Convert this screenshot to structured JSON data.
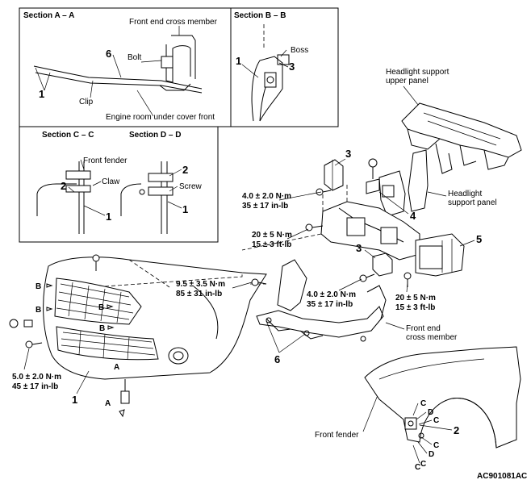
{
  "sections": {
    "aa": {
      "title": "Section A – A",
      "front_end_cross_member": "Front end cross member",
      "bolt": "Bolt",
      "clip": "Clip",
      "engine_room_under_cover_front": "Engine room under cover front",
      "n6": "6",
      "n1": "1"
    },
    "bb": {
      "title": "Section B – B",
      "boss": "Boss",
      "n1": "1",
      "n3": "3"
    },
    "cc": {
      "title": "Section C – C",
      "front_fender": "Front fender",
      "claw": "Claw",
      "n2": "2",
      "n1": "1"
    },
    "dd": {
      "title": "Section D – D",
      "screw": "Screw",
      "n2": "2",
      "n1": "1"
    }
  },
  "callouts": {
    "headlight_support_upper_panel_l1": "Headlight support",
    "headlight_support_upper_panel_l2": "upper panel",
    "headlight_support_panel_l1": "Headlight",
    "headlight_support_panel_l2": "support panel",
    "front_end_cross_member_l1": "Front end",
    "front_end_cross_member_l2": "cross member",
    "front_fender": "Front fender"
  },
  "torques": {
    "t1_nm": "4.0 ± 2.0 N·m",
    "t1_inlb": "35 ± 17 in-lb",
    "t2_nm": "20 ± 5 N·m",
    "t2_ftlb": "15 ± 3 ft-lb",
    "t3_nm": "9.5 ± 3.5 N·m",
    "t3_inlb": "85 ± 31 in-lb",
    "t4_nm": "4.0 ± 2.0 N·m",
    "t4_inlb": "35 ± 17 in-lb",
    "t5_nm": "20 ± 5 N·m",
    "t5_ftlb": "15 ± 3 ft-lb",
    "t6_nm": "5.0 ± 2.0 N·m",
    "t6_inlb": "45 ± 17 in-lb"
  },
  "part_numbers": {
    "p3a": "3",
    "p3b": "3",
    "p4": "4",
    "p5": "5",
    "p6": "6",
    "p1": "1",
    "p2": "2"
  },
  "view_markers": {
    "b1": "B",
    "b2": "B",
    "b3": "B",
    "b4": "B",
    "a1": "A",
    "a2": "A",
    "c1": "C",
    "c2": "C",
    "c3": "C",
    "c4": "C",
    "c5": "C",
    "d1": "D",
    "d2": "D"
  },
  "figure_code": "AC901081AC"
}
